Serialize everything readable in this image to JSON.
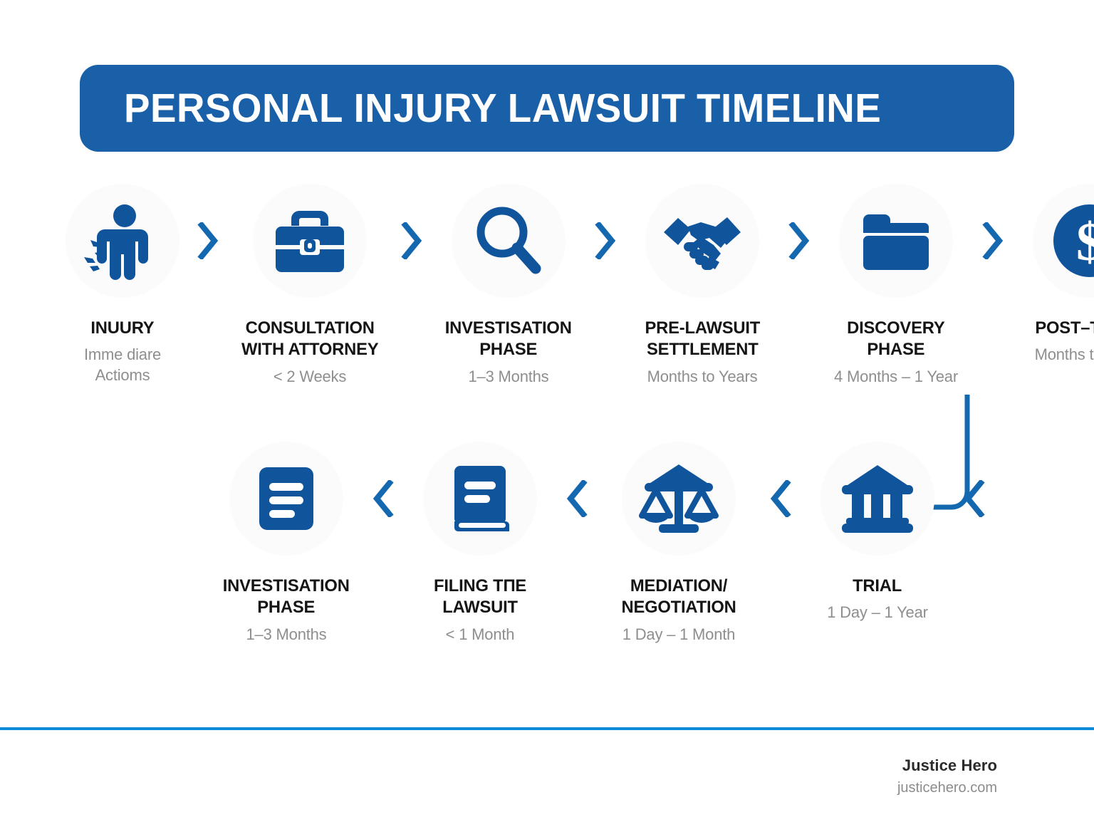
{
  "header": {
    "title": "PERSONAL INJURY LAWSUIT TIMELINE",
    "background_color": "#1a60a8",
    "text_color": "#ffffff"
  },
  "theme": {
    "icon_blue": "#10559c",
    "chevron_blue": "#1468b0",
    "divider_blue": "#0d8ad8",
    "circle_background": "#fbfbfb",
    "label_color": "#151515",
    "duration_color": "#8e8e8e"
  },
  "row_one": {
    "direction": "left-to-right",
    "steps": [
      {
        "icon": "injured-person-icon",
        "label": "INUURY",
        "duration": "Imme diare\nActioms"
      },
      {
        "icon": "briefcase-icon",
        "label": "CONSULTATION\nWITH ATTORNEY",
        "duration": "< 2 Weeks"
      },
      {
        "icon": "magnifier-icon",
        "label": "INVESTISATION\nPHASE",
        "duration": "1–3 Months"
      },
      {
        "icon": "handshake-icon",
        "label": "PRE-LAWSUIT\nSETTLEMENT",
        "duration": "Months to Years"
      },
      {
        "icon": "folder-icon",
        "label": "DISCOVERY\nPHASE",
        "duration": "4 Months – 1 Year"
      },
      {
        "icon": "dollar-circle-icon",
        "label": "POST–TRIAL.",
        "duration": "Months to Years"
      }
    ]
  },
  "row_two": {
    "direction": "right-to-left",
    "steps": [
      {
        "icon": "document-lines-icon",
        "label": "INVESTISATION\nPHASE",
        "duration": "1–3 Months"
      },
      {
        "icon": "book-icon",
        "label": "FILING TΠE\nLAWSUIT",
        "duration": "< 1 Month"
      },
      {
        "icon": "scales-of-justice-icon",
        "label": "MEDIATION/\nNEGOTIATION",
        "duration": "1 Day – 1 Month"
      },
      {
        "icon": "courthouse-icon",
        "label": "TRIAL",
        "duration": "1 Day – 1 Year"
      }
    ]
  },
  "footer": {
    "brand": "Justice Hero",
    "url": "justicehero.com"
  }
}
